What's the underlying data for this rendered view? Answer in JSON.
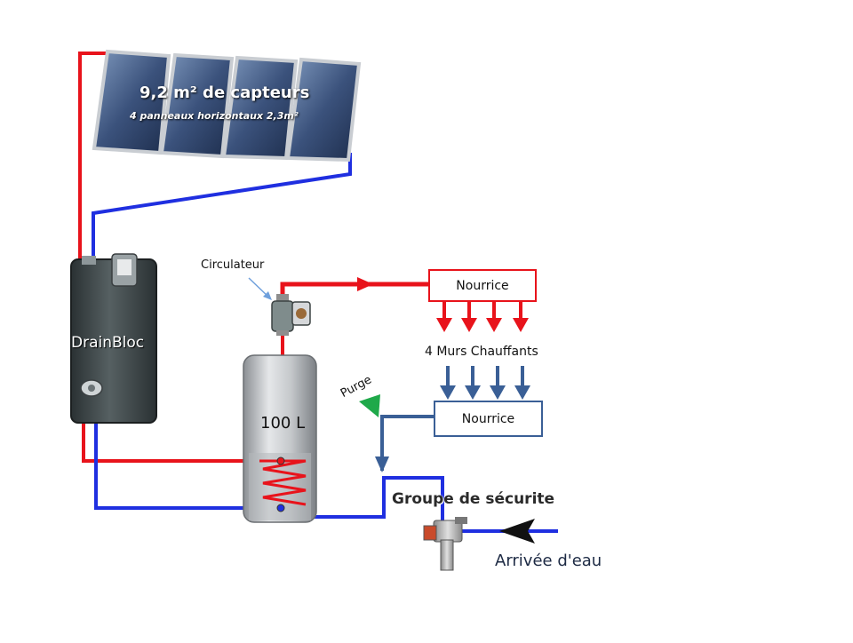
{
  "diagram": {
    "panels_title": "9,2 m² de capteurs",
    "panels_subtitle": "4 panneaux  horizontaux 2,3m²",
    "drainbloc_label": "DrainBloc",
    "circulator_label": "Circulateur",
    "manifold_top_label": "Nourrice",
    "walls_label": "4 Murs Chauffants",
    "manifold_bottom_label": "Nourrice",
    "purge_label": "Purge",
    "tank_label": "100 L",
    "safety_group_label": "Groupe de sécurite",
    "water_inlet_label": "Arrivée d'eau",
    "colors": {
      "hot": "#e8131b",
      "cold": "#1f2fe0",
      "floor": "#3a5f96",
      "purge": "#1fa94a"
    },
    "icons": {
      "panel": "solar-panel-icon",
      "drainbloc": "storage-unit-icon",
      "pump": "circulator-pump-icon",
      "tank": "water-tank-icon",
      "valve": "safety-valve-icon"
    }
  }
}
